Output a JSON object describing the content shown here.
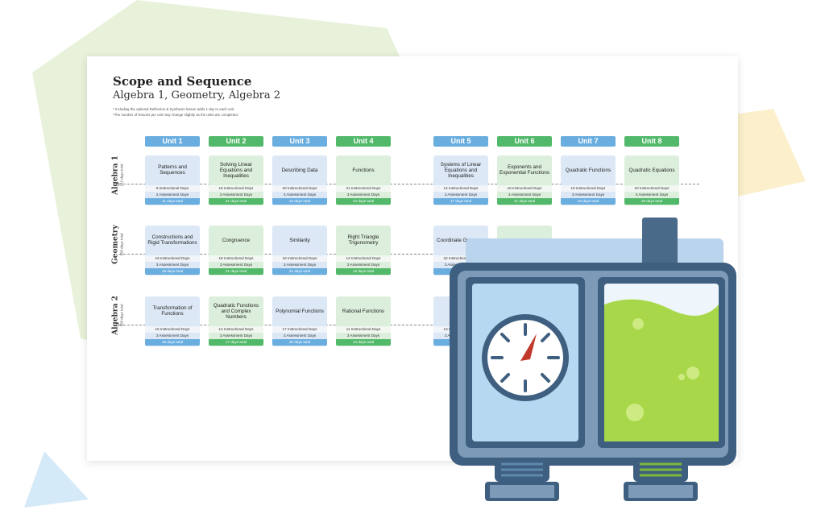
{
  "document": {
    "title": "Scope and Sequence",
    "subtitle": "Algebra 1, Geometry, Algebra 2",
    "notes": [
      "* Including the optional Reflection & Synthesis lesson adds 1 day to each unit.",
      "*The number of lessons per unit may change slightly as the units are completed."
    ]
  },
  "units": [
    "Unit 1",
    "Unit 2",
    "Unit 3",
    "Unit 4",
    "Unit 5",
    "Unit 6",
    "Unit 7",
    "Unit 8"
  ],
  "rows": [
    {
      "name": "Algebra 1",
      "days": "162 days total"
    },
    {
      "name": "Geometry",
      "days": "158 days total"
    },
    {
      "name": "Algebra 2",
      "days": "158 days total"
    }
  ],
  "cards": {
    "algebra1": [
      {
        "title": "Patterns and Sequences",
        "instructional": "9 Instructional Days",
        "assessment": "2 Assessment Days",
        "total": "11 days total"
      },
      {
        "title": "Solving Linear Equations and Inequalities",
        "instructional": "18 Instructional Days",
        "assessment": "3 Assessment Days",
        "total": "21 days total"
      },
      {
        "title": "Describing Data",
        "instructional": "20 Instructional Days",
        "assessment": "3 Assessment Days",
        "total": "23 days total"
      },
      {
        "title": "Functions",
        "instructional": "21 Instructional Days",
        "assessment": "3 Assessment Days",
        "total": "24 days total"
      },
      {
        "title": "Systems of Linear Equations and Inequalities",
        "instructional": "14 Instructional Days",
        "assessment": "3 Assessment Days",
        "total": "17 days total"
      },
      {
        "title": "Exponents and Exponential Functions",
        "instructional": "18 Instructional Days",
        "assessment": "3 Assessment Days",
        "total": "21 days total"
      },
      {
        "title": "Quadratic Functions",
        "instructional": "19 Instructional Days",
        "assessment": "3 Assessment Days",
        "total": "22 days total"
      },
      {
        "title": "Quadratic Equations",
        "instructional": "20 Instructional Days",
        "assessment": "3 Assessment Days",
        "total": "23 days total"
      }
    ],
    "geometry": [
      {
        "title": "Constructions and Rigid Transformations",
        "instructional": "16 Instructional Days",
        "assessment": "3 Assessment Days",
        "total": "19 days total"
      },
      {
        "title": "Congruence",
        "instructional": "18 Instructional Days",
        "assessment": "3 Assessment Days",
        "total": "21 days total"
      },
      {
        "title": "Similarity",
        "instructional": "18 Instructional Days",
        "assessment": "3 Assessment Days",
        "total": "21 days total"
      },
      {
        "title": "Right Triangle Trigonometry",
        "instructional": "12 Instructional Days",
        "assessment": "3 Assessment Days",
        "total": "15 days total"
      },
      {
        "title": "Coordinate Geometry",
        "instructional": "22 Instructional Days",
        "assessment": "3 Assessment Days",
        "total": ""
      }
    ],
    "algebra2": [
      {
        "title": "Transformation of Functions",
        "instructional": "15 Instructional Days",
        "assessment": "3 Assessment Days",
        "total": "18 days total"
      },
      {
        "title": "Quadratic Functions and Complex Numbers",
        "instructional": "14 Instructional Days",
        "assessment": "3 Assessment Days",
        "total": "17 days total"
      },
      {
        "title": "Polynomial Functions",
        "instructional": "17 Instructional Days",
        "assessment": "3 Assessment Days",
        "total": "20 days total"
      },
      {
        "title": "Rational Functions",
        "instructional": "11 Instructional Days",
        "assessment": "3 Assessment Days",
        "total": "14 days total"
      },
      {
        "title": "Fu",
        "instructional": "13 Instructional Days",
        "assessment": "3 Assessment Days",
        "total": ""
      }
    ]
  },
  "colors": {
    "unit_blue": "#6aaee0",
    "unit_green": "#52b96b",
    "card_blue": "#dce8f6",
    "card_green": "#dcefdc",
    "machine_frame": "#4a6a8a",
    "liquid_green": "#a8d84a"
  },
  "illustration": {
    "icon": "timer-liquid-tank-icon"
  }
}
